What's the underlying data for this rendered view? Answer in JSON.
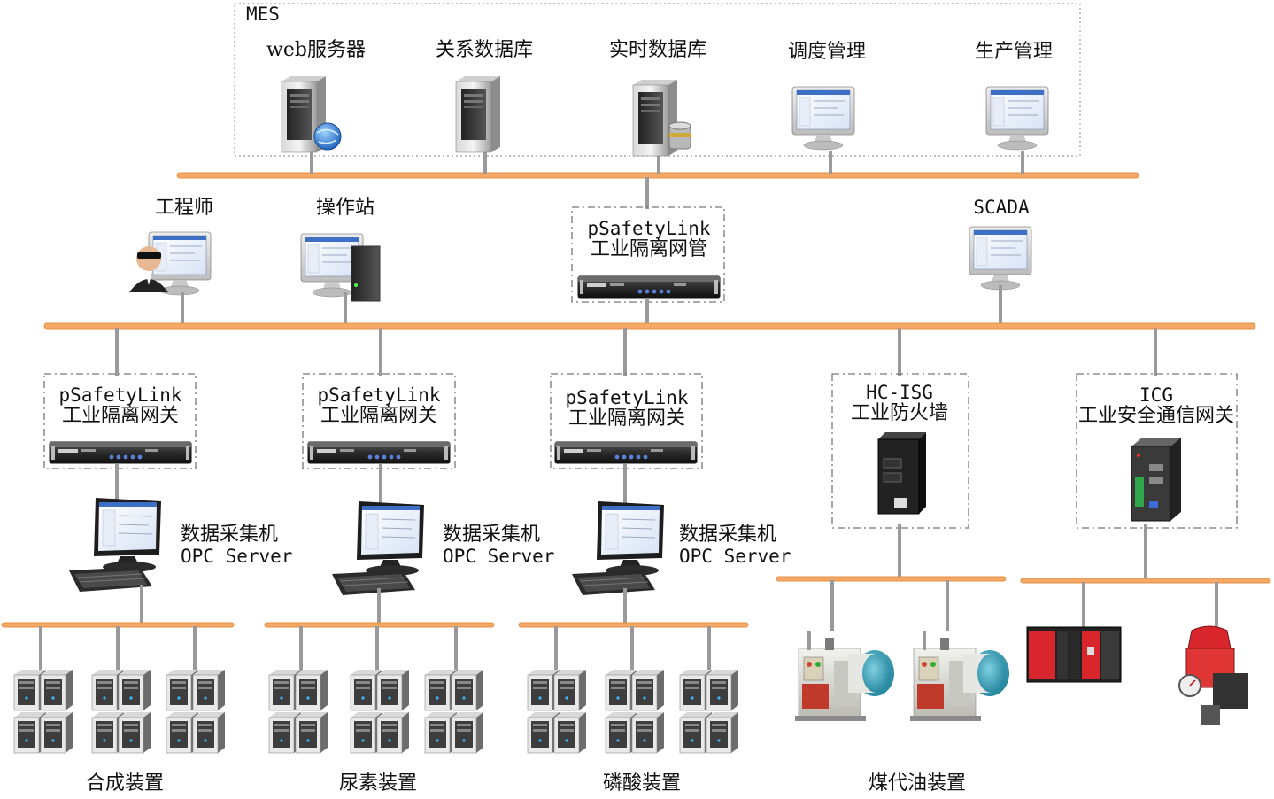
{
  "mes": {
    "label": "MES",
    "nodes": [
      {
        "label": "web服务器",
        "icon": "web-server-icon"
      },
      {
        "label": "关系数据库",
        "icon": "db-server-icon"
      },
      {
        "label": "实时数据库",
        "icon": "realtime-db-server-icon"
      },
      {
        "label": "调度管理",
        "icon": "monitor-icon"
      },
      {
        "label": "生产管理",
        "icon": "monitor-icon"
      }
    ]
  },
  "middle": {
    "engineer": "工程师",
    "operator": "操作站",
    "scada": "SCADA",
    "netmgr": {
      "line1": "pSafetyLink",
      "line2": "工业隔离网管"
    }
  },
  "gateways": [
    {
      "line1": "pSafetyLink",
      "line2": "工业隔离网关"
    },
    {
      "line1": "pSafetyLink",
      "line2": "工业隔离网关"
    },
    {
      "line1": "pSafetyLink",
      "line2": "工业隔离网关"
    }
  ],
  "firewall": {
    "line1": "HC-ISG",
    "line2": "工业防火墙"
  },
  "icg": {
    "line1": "ICG",
    "line2": "工业安全通信网关"
  },
  "collectors": [
    {
      "line1": "数据采集机",
      "line2": "OPC Server"
    },
    {
      "line1": "数据采集机",
      "line2": "OPC Server"
    },
    {
      "line1": "数据采集机",
      "line2": "OPC Server"
    }
  ],
  "plants": [
    "合成装置",
    "尿素装置",
    "磷酸装置",
    "煤代油装置"
  ],
  "colors": {
    "bus": "#f4a966",
    "link": "#9a9a9a",
    "frame": "#777777"
  }
}
